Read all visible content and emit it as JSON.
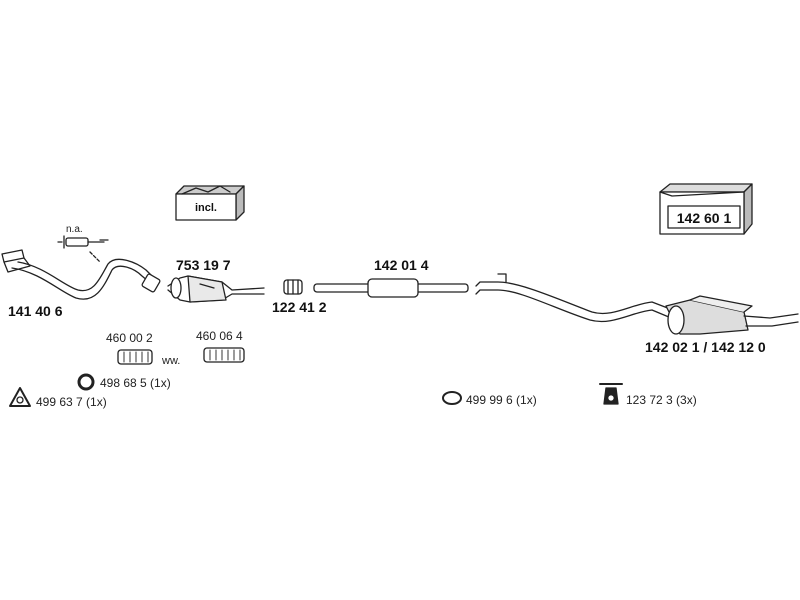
{
  "parts": [
    {
      "id": "front-pipe",
      "number": "141 40 6"
    },
    {
      "id": "sensor-note",
      "number": "n.a."
    },
    {
      "id": "catalyst",
      "number": "753 19 7"
    },
    {
      "id": "clamp",
      "number": "122 41 2"
    },
    {
      "id": "middle-silencer",
      "number": "142 01 4"
    },
    {
      "id": "rear-silencer",
      "number": "142 02 1 / 142 12 0"
    },
    {
      "id": "flex-pipe-a",
      "number": "460 00 2"
    },
    {
      "id": "flex-pipe-b",
      "number": "460 06 4"
    },
    {
      "id": "alt-note",
      "number": "ww."
    },
    {
      "id": "seal-ring",
      "number": "498 68 5 (1x)"
    },
    {
      "id": "triangle-gasket",
      "number": "499 63 7 (1x)"
    },
    {
      "id": "rubber-ring",
      "number": "499 99 6 (1x)"
    },
    {
      "id": "hanger",
      "number": "123 72 3 (3x)"
    }
  ],
  "kits": [
    {
      "id": "incl-kit",
      "label": "incl."
    },
    {
      "id": "complete-kit",
      "label": "142 60 1"
    }
  ],
  "colors": {
    "line": "#222222",
    "fill": "#ffffff",
    "shade": "#bdbdbd"
  }
}
